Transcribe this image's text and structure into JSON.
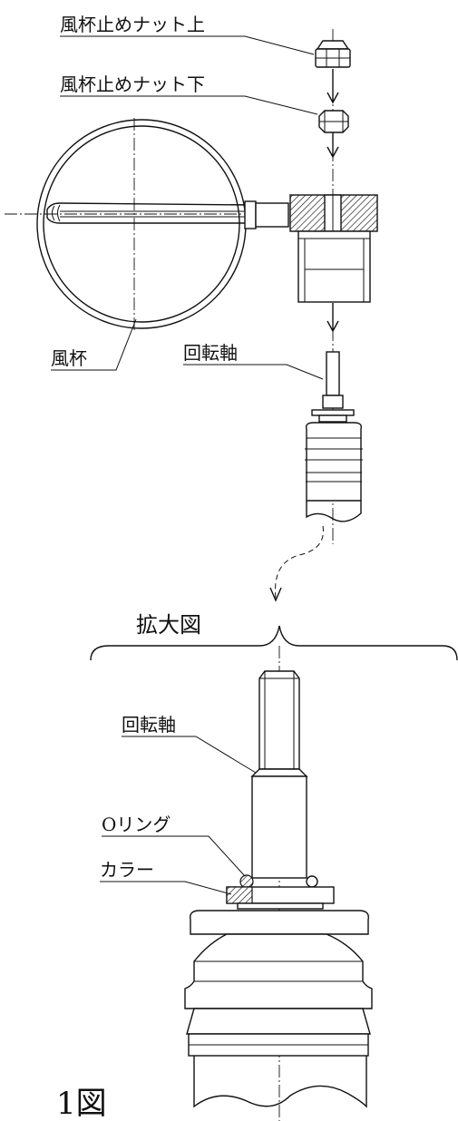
{
  "labels": {
    "nut_upper": "風杯止めナット上",
    "nut_lower": "風杯止めナット下",
    "cup": "風杯",
    "shaft_top": "回転軸",
    "enlarged_view": "拡大図",
    "shaft_detail": "回転軸",
    "o_ring": "Oリング",
    "collar": "カラー",
    "figure_number": "1図"
  }
}
